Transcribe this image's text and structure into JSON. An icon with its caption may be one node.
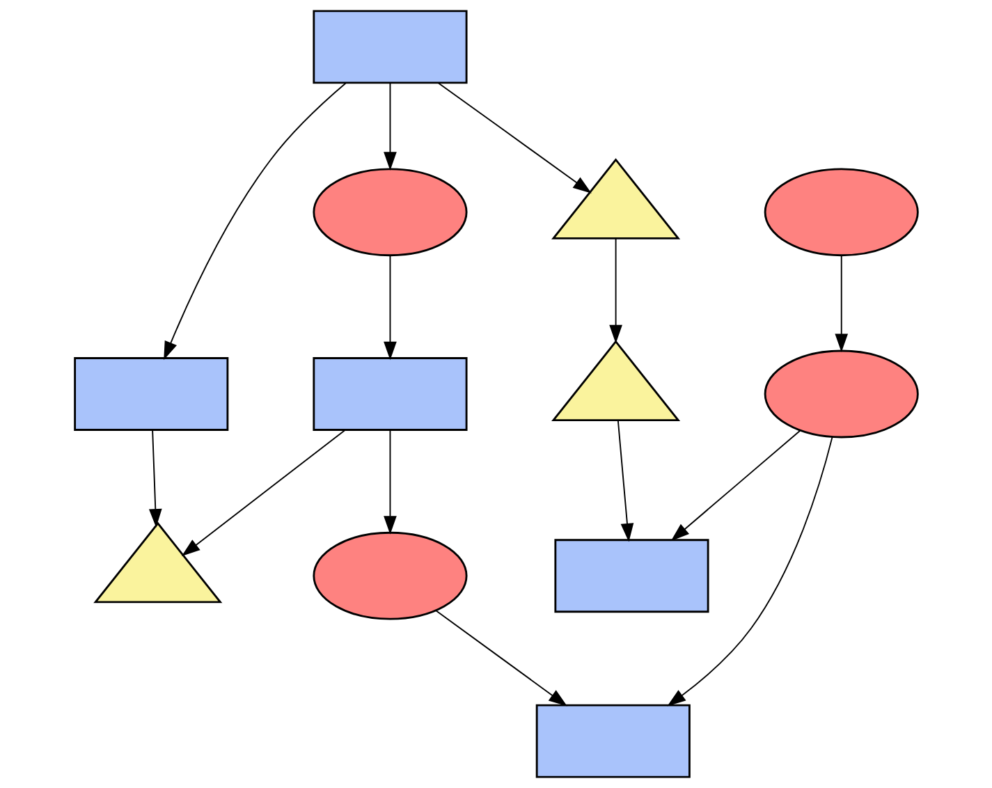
{
  "diagram": {
    "nodes": [
      {
        "text": [],
        "shape": "box"
      },
      {
        "text": [],
        "shape": "box"
      },
      {
        "text": [],
        "shape": "ellipse"
      },
      {
        "text": [],
        "shape": "triangle"
      },
      {
        "text": [],
        "shape": "ellipse"
      },
      {
        "text": [],
        "shape": "triangle"
      },
      {
        "text": [],
        "shape": "box"
      },
      {
        "text": [],
        "shape": "triangle"
      },
      {
        "text": [],
        "shape": "ellipse"
      },
      {
        "text": [],
        "shape": "ellipse"
      },
      {
        "text": [],
        "shape": "box"
      },
      {
        "text": [],
        "shape": "box"
      }
    ],
    "edges": [
      {
        "from": 0,
        "to": 1,
        "arrow": "to"
      },
      {
        "from": 0,
        "to": 2,
        "arrow": "to"
      },
      {
        "from": 0,
        "to": 3,
        "arrow": "to"
      },
      {
        "from": 3,
        "to": 5,
        "arrow": "to"
      },
      {
        "from": 1,
        "to": 7,
        "arrow": "to"
      },
      {
        "from": 2,
        "to": 6,
        "arrow": "to"
      },
      {
        "from": 6,
        "to": 7,
        "arrow": "to"
      },
      {
        "from": 6,
        "to": 8,
        "arrow": "to"
      },
      {
        "from": 4,
        "to": 9,
        "arrow": "to"
      },
      {
        "from": 8,
        "to": 10,
        "arrow": "to"
      },
      {
        "from": 9,
        "to": 10,
        "arrow": "to"
      },
      {
        "from": 9,
        "to": 11,
        "arrow": "to"
      },
      {
        "from": 5,
        "to": 11,
        "arrow": "to"
      }
    ]
  }
}
